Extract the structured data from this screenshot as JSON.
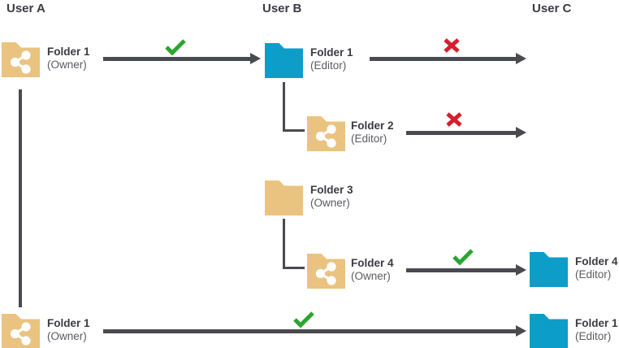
{
  "diagram": {
    "description": "Folder sharing permission diagram between three users",
    "columns": [
      {
        "id": "user-a",
        "label": "User A"
      },
      {
        "id": "user-b",
        "label": "User B"
      },
      {
        "id": "user-c",
        "label": "User C"
      }
    ],
    "nodes": {
      "a_folder1": {
        "name": "Folder 1",
        "role": "(Owner)",
        "icon": "shared-folder-icon",
        "color": "tan"
      },
      "b_folder1": {
        "name": "Folder 1",
        "role": "(Editor)",
        "icon": "folder-icon",
        "color": "blue"
      },
      "b_folder2": {
        "name": "Folder 2",
        "role": "(Editor)",
        "icon": "shared-folder-icon",
        "color": "tan"
      },
      "b_folder3": {
        "name": "Folder 3",
        "role": "(Owner)",
        "icon": "folder-icon",
        "color": "tan"
      },
      "b_folder4": {
        "name": "Folder 4",
        "role": "(Owner)",
        "icon": "shared-folder-icon",
        "color": "tan"
      },
      "c_folder4": {
        "name": "Folder 4",
        "role": "(Editor)",
        "icon": "folder-icon",
        "color": "blue"
      },
      "a_folder1b": {
        "name": "Folder 1",
        "role": "(Owner)",
        "icon": "shared-folder-icon",
        "color": "tan"
      },
      "c_folder1": {
        "name": "Folder 1",
        "role": "(Editor)",
        "icon": "folder-icon",
        "color": "blue"
      }
    },
    "arrows": [
      {
        "from": "a_folder1",
        "to": "b_folder1",
        "status": "allowed",
        "mark": "check-icon"
      },
      {
        "from": "b_folder1",
        "to": "user-c",
        "status": "denied",
        "mark": "cross-icon"
      },
      {
        "from": "b_folder2",
        "to": "user-c",
        "status": "denied",
        "mark": "cross-icon"
      },
      {
        "from": "b_folder4",
        "to": "c_folder4",
        "status": "allowed",
        "mark": "check-icon"
      },
      {
        "from": "a_folder1b",
        "to": "c_folder1",
        "status": "allowed",
        "mark": "check-icon"
      }
    ],
    "colors": {
      "folder_tan": "#EAC380",
      "folder_blue": "#0C9DC9",
      "arrow": "#4A4A52",
      "allowed_green": "#2BA52E",
      "denied_red": "#D41F2C",
      "heading_text": "#3A3A44",
      "role_text": "#5A5A62"
    }
  }
}
